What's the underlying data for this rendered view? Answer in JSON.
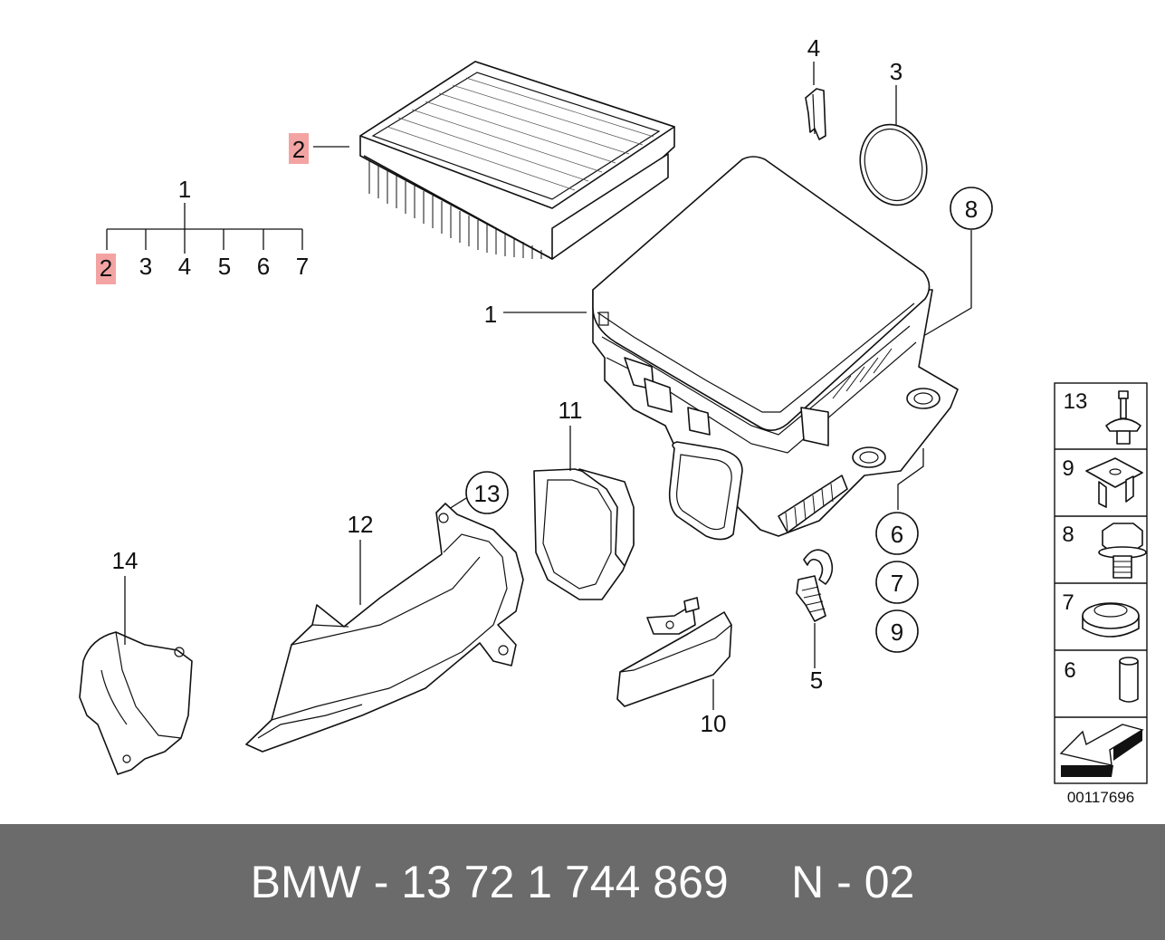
{
  "labels": {
    "filter_top": "2",
    "tree_root": "1",
    "tree_children": [
      "2",
      "3",
      "4",
      "5",
      "6",
      "7"
    ],
    "housing": "1",
    "clip": "4",
    "ring": "3",
    "bolt_circle": "8",
    "duct_11": "11",
    "circle_13": "13",
    "duct_12": "12",
    "shield_14": "14",
    "sensor_5": "5",
    "bracket_10": "10",
    "circle_6": "6",
    "circle_7": "7",
    "circle_9": "9"
  },
  "side_panel": {
    "items": [
      "13",
      "9",
      "8",
      "7",
      "6"
    ]
  },
  "diagram_id": "00117696",
  "footer": {
    "text": "BMW - 13 72 1 744 869     N - 02"
  },
  "colors": {
    "highlight": "#f4a3a3",
    "footer_bg": "#6b6b6b",
    "footer_text": "#ffffff"
  }
}
